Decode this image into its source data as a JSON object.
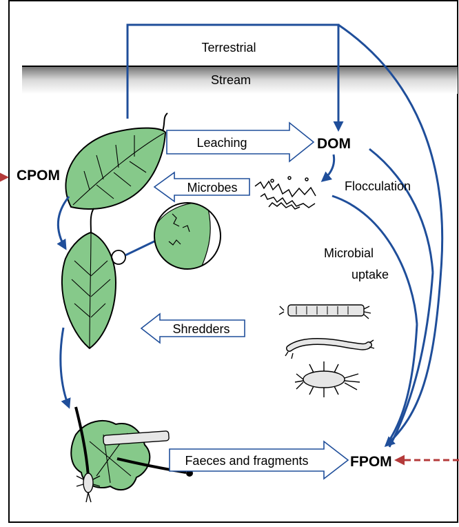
{
  "labels": {
    "terrestrial": "Terrestrial",
    "stream": "Stream",
    "leaching": "Leaching",
    "dom": "DOM",
    "cpom": "CPOM",
    "microbes": "Microbes",
    "flocculation": "Flocculation",
    "microbial_uptake_1": "Microbial",
    "microbial_uptake_2": "uptake",
    "shredders": "Shredders",
    "faeces_fragments": "Faeces and fragments",
    "fpom": "FPOM"
  },
  "colors": {
    "arrow_blue": "#1f4e9a",
    "leaf_green": "#86c98a",
    "pointer_red": "#b43a3a",
    "border": "#000000"
  },
  "icons": [
    "leaf-icon",
    "magnifier-circle-icon",
    "floc-particles-icon",
    "invertebrate-icon"
  ]
}
